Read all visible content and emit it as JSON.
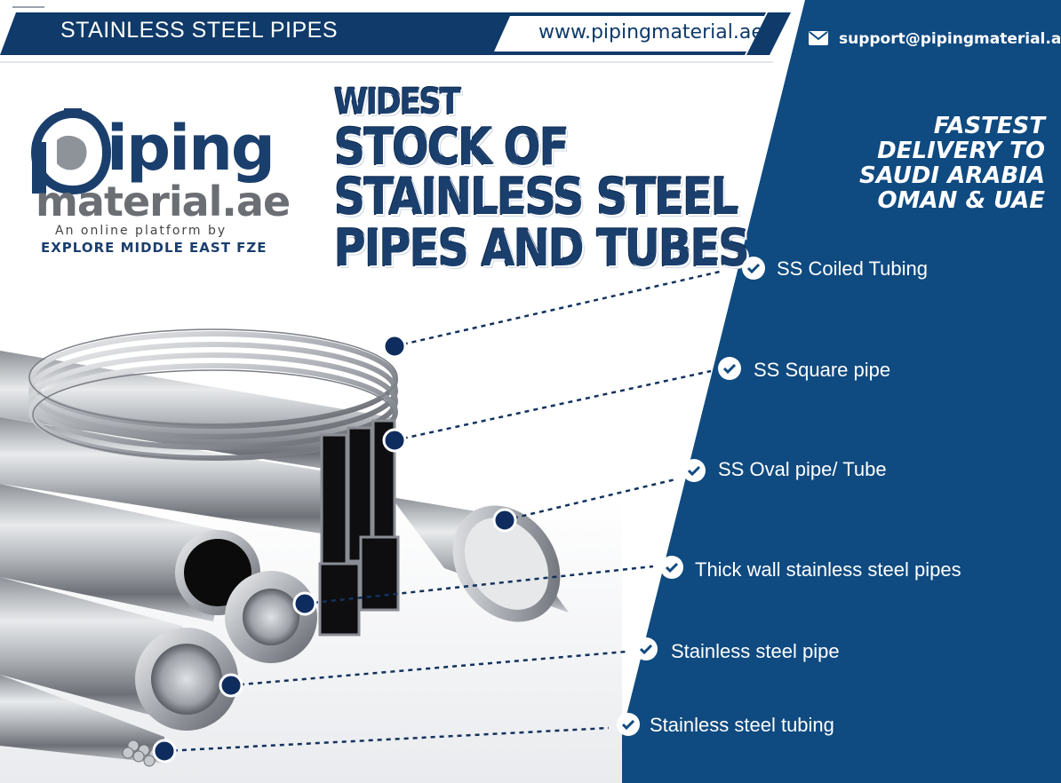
{
  "header": {
    "title": "STAINLESS STEEL PIPES",
    "url": "www.pipingmaterial.ae"
  },
  "contact": {
    "email": "support@pipingmaterial.ae",
    "email_icon": "mail-icon"
  },
  "logo": {
    "name_line1": "iping",
    "name_line2": "material.ae",
    "tagline": "An online platform by",
    "company": "EXPLORE MIDDLE EAST FZE"
  },
  "headline": {
    "line1": "WIDEST",
    "line2": "STOCK OF",
    "line3": "STAINLESS STEEL",
    "line4": "PIPES AND TUBES"
  },
  "promo": {
    "line1": "FASTEST",
    "line2": "DELIVERY TO",
    "line3": "SAUDI ARABIA",
    "line4": "OMAN & UAE"
  },
  "products": [
    "SS Coiled Tubing",
    "SS Square pipe",
    "SS Oval pipe/ Tube",
    "Thick wall stainless steel pipes",
    "Stainless steel pipe",
    "Stainless steel tubing"
  ],
  "colors": {
    "navy": "#0f4a80",
    "dark_navy": "#0f3a69",
    "marker": "#0f2c5e",
    "white": "#ffffff"
  }
}
